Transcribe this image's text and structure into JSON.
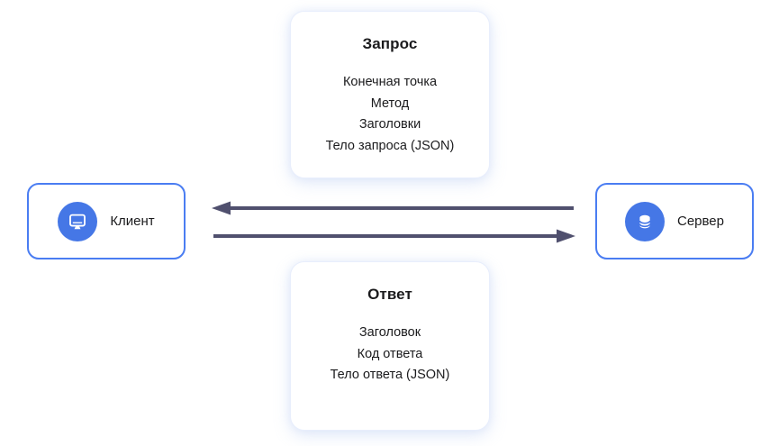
{
  "diagram": {
    "request_card": {
      "title": "Запрос",
      "items": [
        "Конечная точка",
        "Метод",
        "Заголовки",
        "Тело запроса (JSON)"
      ]
    },
    "response_card": {
      "title": "Ответ",
      "items": [
        "Заголовок",
        "Код ответа",
        "Тело ответа (JSON)"
      ]
    },
    "client_node": {
      "label": "Клиент",
      "icon": "monitor-icon"
    },
    "server_node": {
      "label": "Сервер",
      "icon": "database-icon"
    },
    "arrows": [
      {
        "name": "response-arrow",
        "direction": "server-to-client"
      },
      {
        "name": "request-arrow",
        "direction": "client-to-server"
      }
    ],
    "colors": {
      "node_border": "#4a7df2",
      "icon_circle": "#4577e6",
      "arrow": "#50506e",
      "card_border": "#e8eefc",
      "text": "#1b1b1d"
    }
  }
}
